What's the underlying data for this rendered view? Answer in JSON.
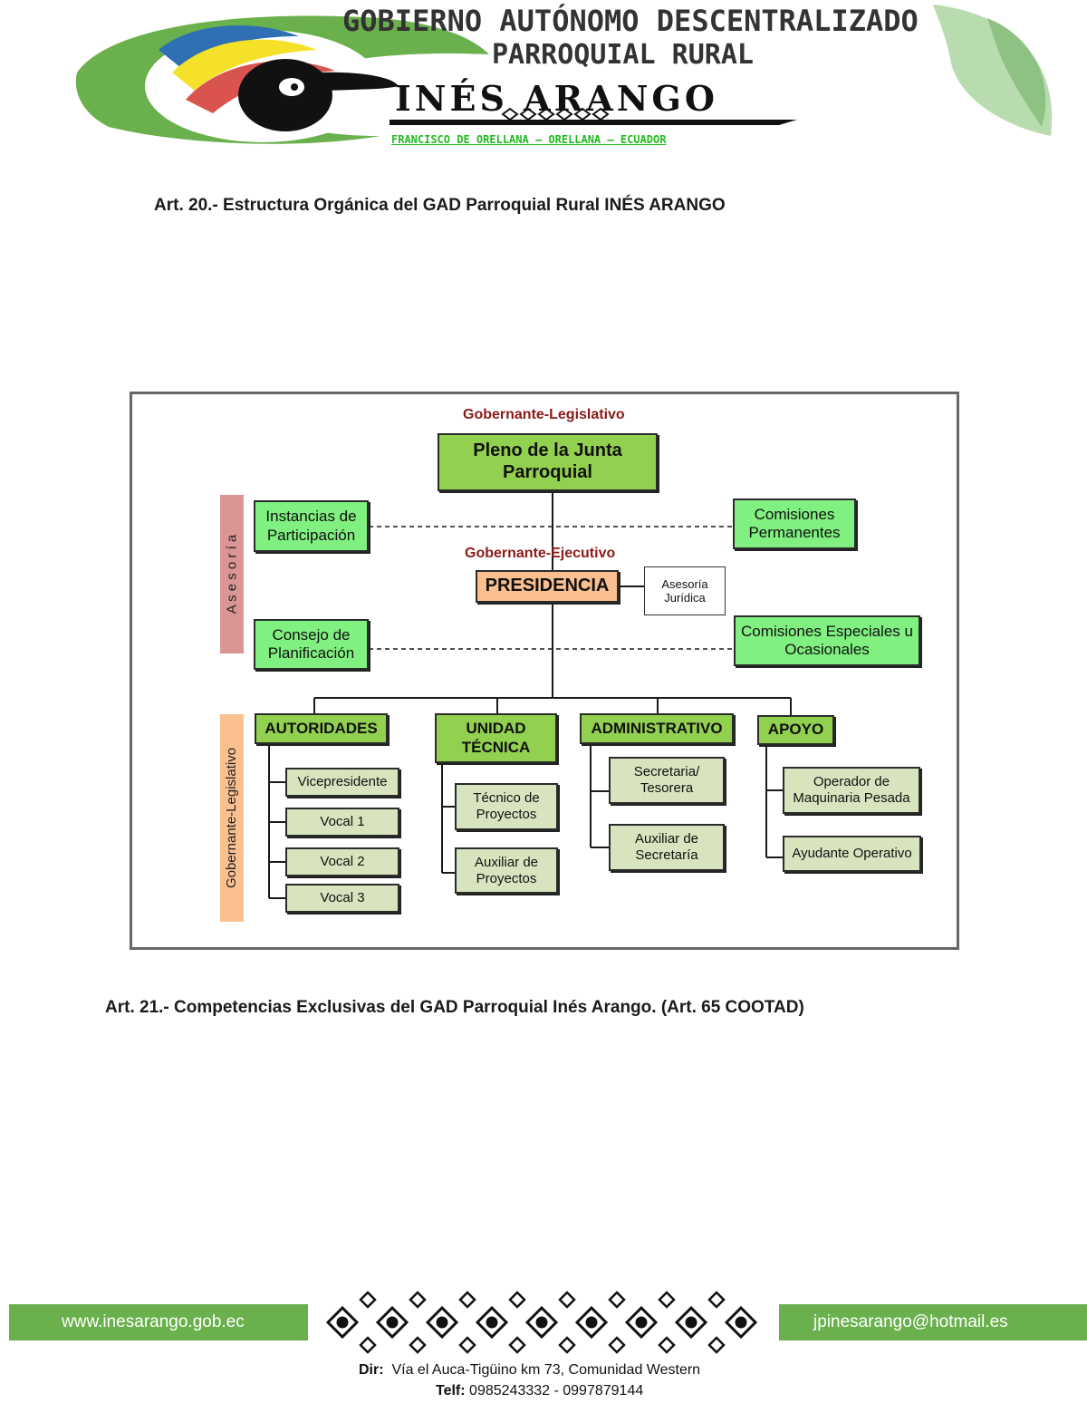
{
  "header": {
    "title_line1": "GOBIERNO AUTÓNOMO DESCENTRALIZADO",
    "title_line2": "PARROQUIAL RURAL",
    "name": "INÉS ARANGO",
    "location": "FRANCISCO DE ORELLANA – ORELLANA – ECUADOR"
  },
  "art20": "Art. 20.- Estructura Orgánica del GAD Parroquial Rural INÉS ARANGO",
  "org": {
    "label_legislativo": "Gobernante-Legislativo",
    "pleno": "Pleno de la Junta Parroquial",
    "instancias": "Instancias de Participación",
    "comisiones_permanentes": "Comisiones Permanentes",
    "label_ejecutivo": "Gobernante-Ejecutivo",
    "presidencia": "PRESIDENCIA",
    "asesoria_juridica": "Asesoría Jurídica",
    "consejo": "Consejo de Planificación",
    "comisiones_especiales": "Comisiones Especiales u Ocasionales",
    "sidebar_asesoria": "A s e s o r í a",
    "sidebar_legislativo": "Gobernante-Legislativo",
    "autoridades": {
      "title": "AUTORIDADES",
      "items": [
        "Vicepresidente",
        "Vocal 1",
        "Vocal 2",
        "Vocal 3"
      ]
    },
    "unidad_tecnica": {
      "title": "UNIDAD TÉCNICA",
      "items": [
        "Técnico de Proyectos",
        "Auxiliar de Proyectos"
      ]
    },
    "administrativo": {
      "title": "ADMINISTRATIVO",
      "items": [
        "Secretaria/ Tesorera",
        "Auxiliar de Secretaría"
      ]
    },
    "apoyo": {
      "title": "APOYO",
      "items": [
        "Operador de Maquinaria Pesada",
        "Ayudante Operativo"
      ]
    }
  },
  "art21": "Art. 21.- Competencias Exclusivas del GAD Parroquial Inés Arango. (Art. 65 COOTAD)",
  "footer": {
    "website": "www.inesarango.gob.ec",
    "email": "jpinesarango@hotmail.es",
    "dir_label": "Dir:",
    "dir_value": "Vía  el Auca-Tigüino km 73, Comunidad Western",
    "telf_label": "Telf:",
    "telf_value": "0985243332 - 0997879144"
  },
  "colors": {
    "green_dark": "#92d050",
    "green_light": "#80f080",
    "green_pale": "#d7e4bd",
    "peach": "#fac090",
    "sidebar_pink": "#d99694",
    "label_red": "#8b1a1a",
    "footer_green": "#6ab04c"
  }
}
